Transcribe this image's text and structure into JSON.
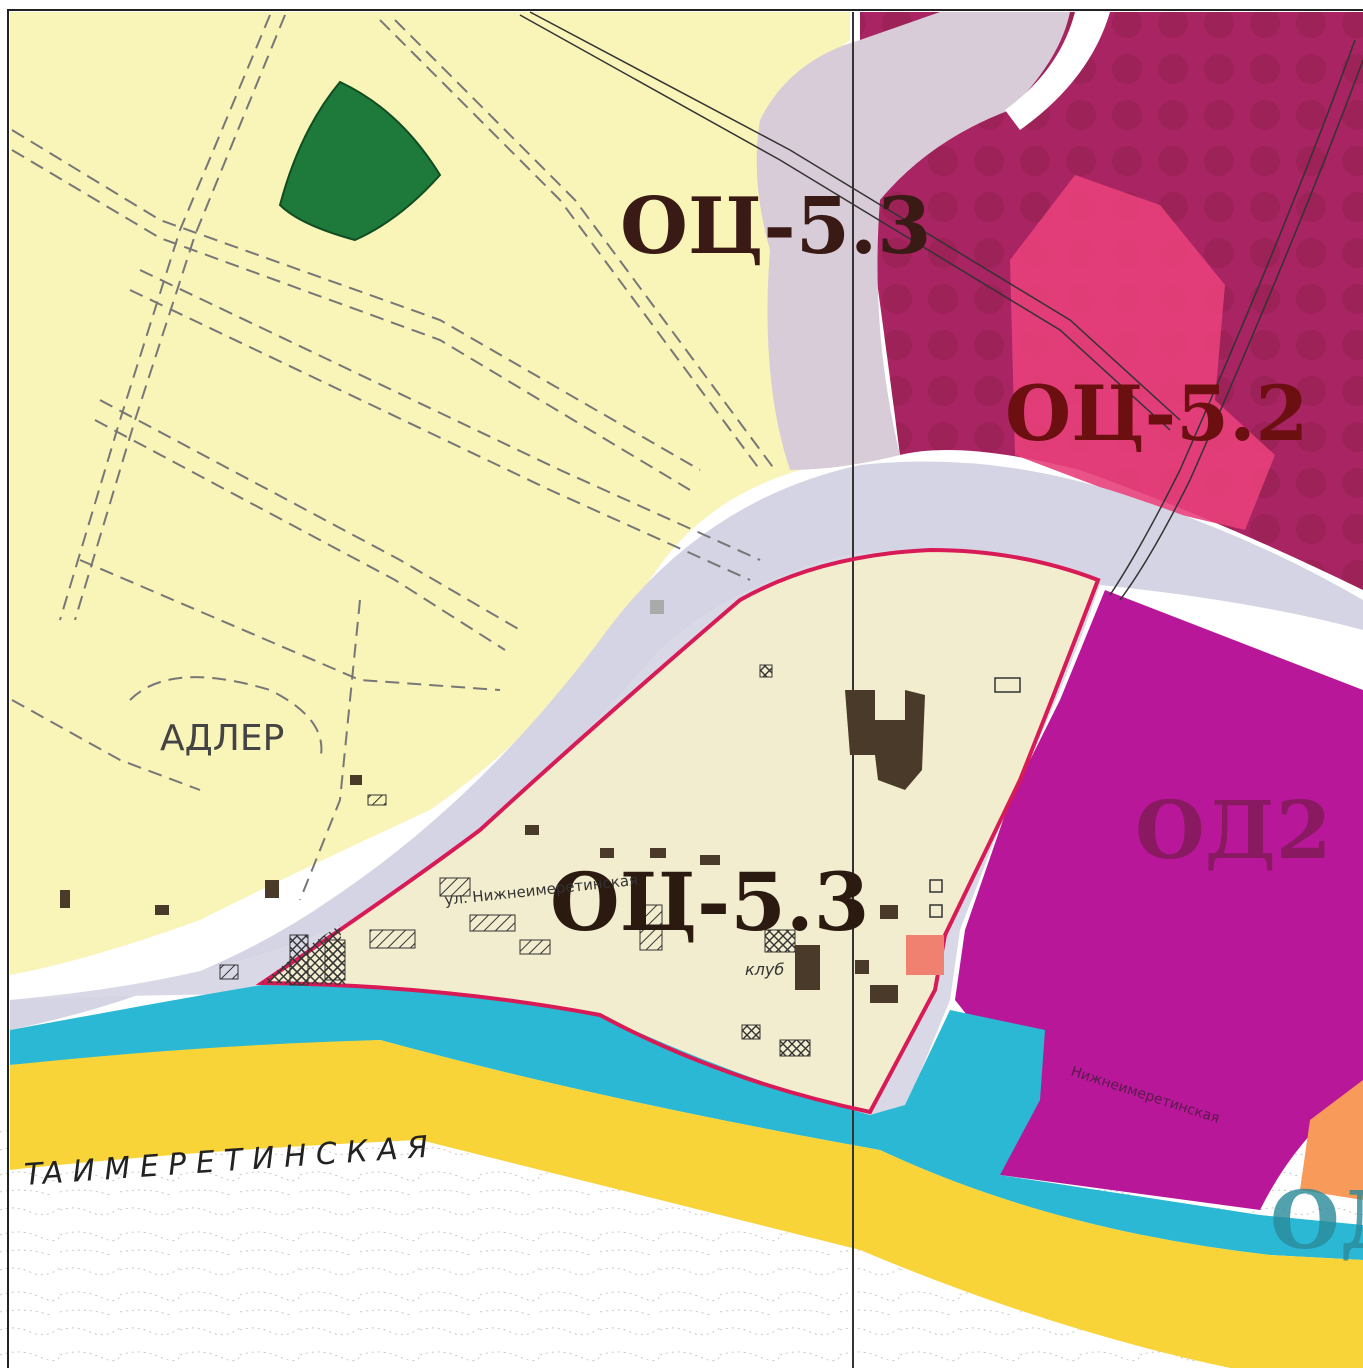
{
  "zones": [
    {
      "code": "ОЦ-5.3",
      "color": "#3a1a14"
    },
    {
      "code": "ОЦ-5.2",
      "color": "#6b0f10"
    },
    {
      "code": "ОЦ-5.3",
      "color": "#2a1a10"
    },
    {
      "code": "ОД2",
      "color": "#7a1a4e"
    },
    {
      "code": "ОД",
      "color": "#2a8a9a"
    }
  ],
  "places": {
    "district": "АДЛЕР",
    "street": "ул. Нижнеимеретинская",
    "club": "клуб",
    "shore": "ТА  И М Е Р Е Т И Н С К А Я",
    "small_street": "Нижнеимеретинская"
  },
  "colors": {
    "residential": "#f9f4b8",
    "pink_zone": "#cf3a77",
    "od2_zone": "#b8179a",
    "road": "#d4d4e4",
    "beach": "#f9d438",
    "water": "#2ab8d4",
    "park": "#1e7a3a",
    "boundary": "#d81b56"
  }
}
